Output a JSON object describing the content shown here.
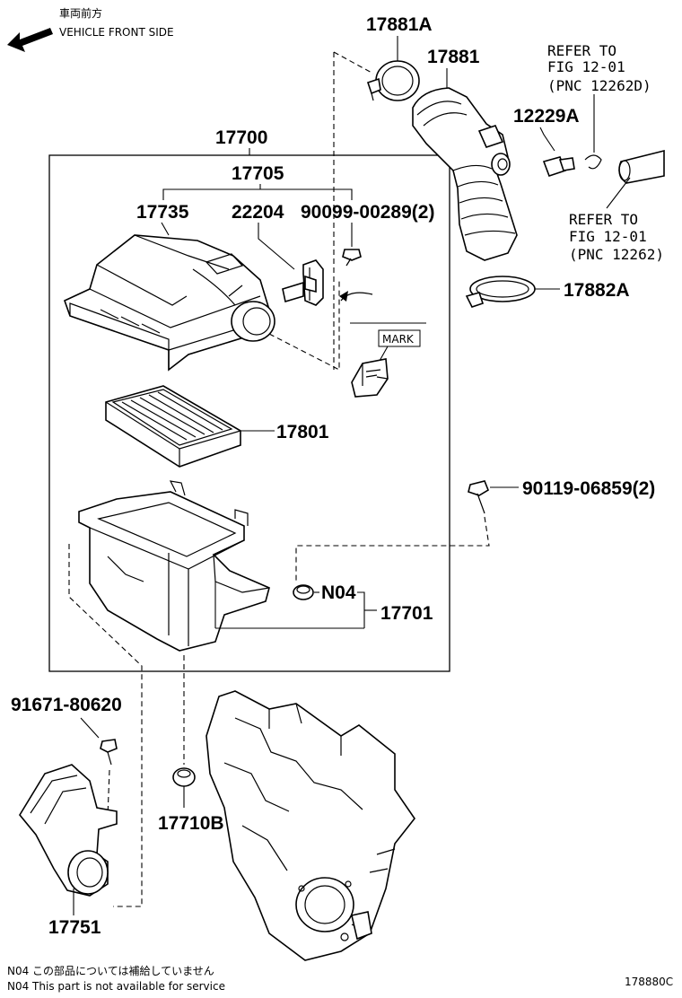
{
  "direction": {
    "line1": "車両前方",
    "line2": "VEHICLE FRONT SIDE",
    "icon": "arrow-left-icon"
  },
  "parts": {
    "p17881A": "17881A",
    "p17881": "17881",
    "p12229A": "12229A",
    "p17700": "17700",
    "p17705": "17705",
    "p17735": "17735",
    "p22204": "22204",
    "p90099": "90099-00289(2)",
    "p17882A": "17882A",
    "p17801": "17801",
    "p90119": "90119-06859(2)",
    "pN04": "N04",
    "p17701": "17701",
    "p91671": "91671-80620",
    "p17710B": "17710B",
    "p17751": "17751"
  },
  "refs": {
    "ref1_line1": "REFER TO",
    "ref1_line2": "FIG 12-01",
    "ref1_line3": "(PNC 12262D)",
    "ref2_line1": "REFER TO",
    "ref2_line2": "FIG 12-01",
    "ref2_line3": "(PNC 12262)"
  },
  "mark_label": "MARK",
  "notes": {
    "jp": "N04  この部品については補給していません",
    "en": "N04  This part is not available for service"
  },
  "figure_id": "178880C"
}
